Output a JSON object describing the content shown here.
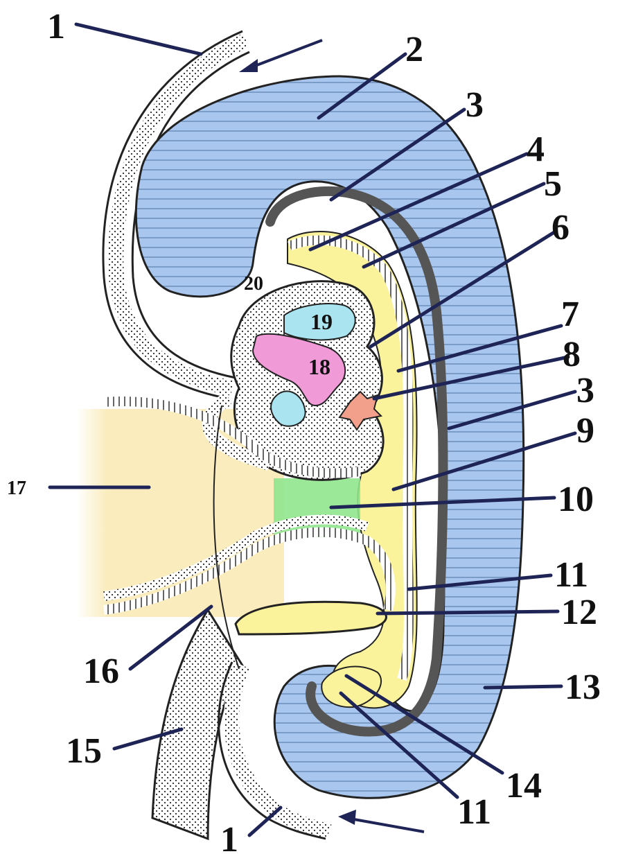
{
  "labels": {
    "l1_top": "1",
    "l2": "2",
    "l3_top": "3",
    "l4": "4",
    "l5": "5",
    "l6": "6",
    "l7": "7",
    "l8": "8",
    "l3_mid": "3",
    "l9": "9",
    "l10": "10",
    "l11_right": "11",
    "l12": "12",
    "l13": "13",
    "l14": "14",
    "l11_bottom": "11",
    "l1_bottom": "1",
    "l15": "15",
    "l16": "16",
    "l17": "17",
    "l18": "18",
    "l19": "19",
    "l20": "20"
  },
  "colors": {
    "amniotic_cavity": "#a9c6ee",
    "yolk_yellow": "#fbf39b",
    "yolk_sac_beige": "#faecbc",
    "green_region": "#8fe58d",
    "pink_region": "#f09ad8",
    "light_blue_region": "#a9e4f0",
    "salmon_region": "#f2a08c",
    "leader_lines": "#1f2457"
  }
}
